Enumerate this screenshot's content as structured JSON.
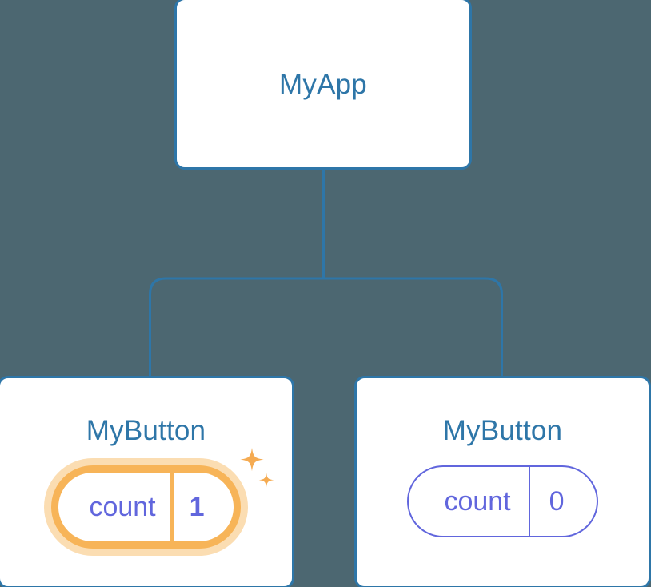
{
  "diagram": {
    "type": "component-tree",
    "background_color": "#4c6771",
    "node_border_color": "#2e76a8",
    "node_title_color": "#2e76a8",
    "connector_color": "#2e76a8",
    "state_color": "#6166dd",
    "highlight_color": "#f7b458",
    "highlight_glow_color": "#fbddb2",
    "root": {
      "title": "MyApp"
    },
    "children": [
      {
        "title": "MyButton",
        "state": {
          "key": "count",
          "value": "1",
          "highlighted": true,
          "sparkle_icon": "sparkles-icon"
        }
      },
      {
        "title": "MyButton",
        "state": {
          "key": "count",
          "value": "0",
          "highlighted": false
        }
      }
    ]
  }
}
